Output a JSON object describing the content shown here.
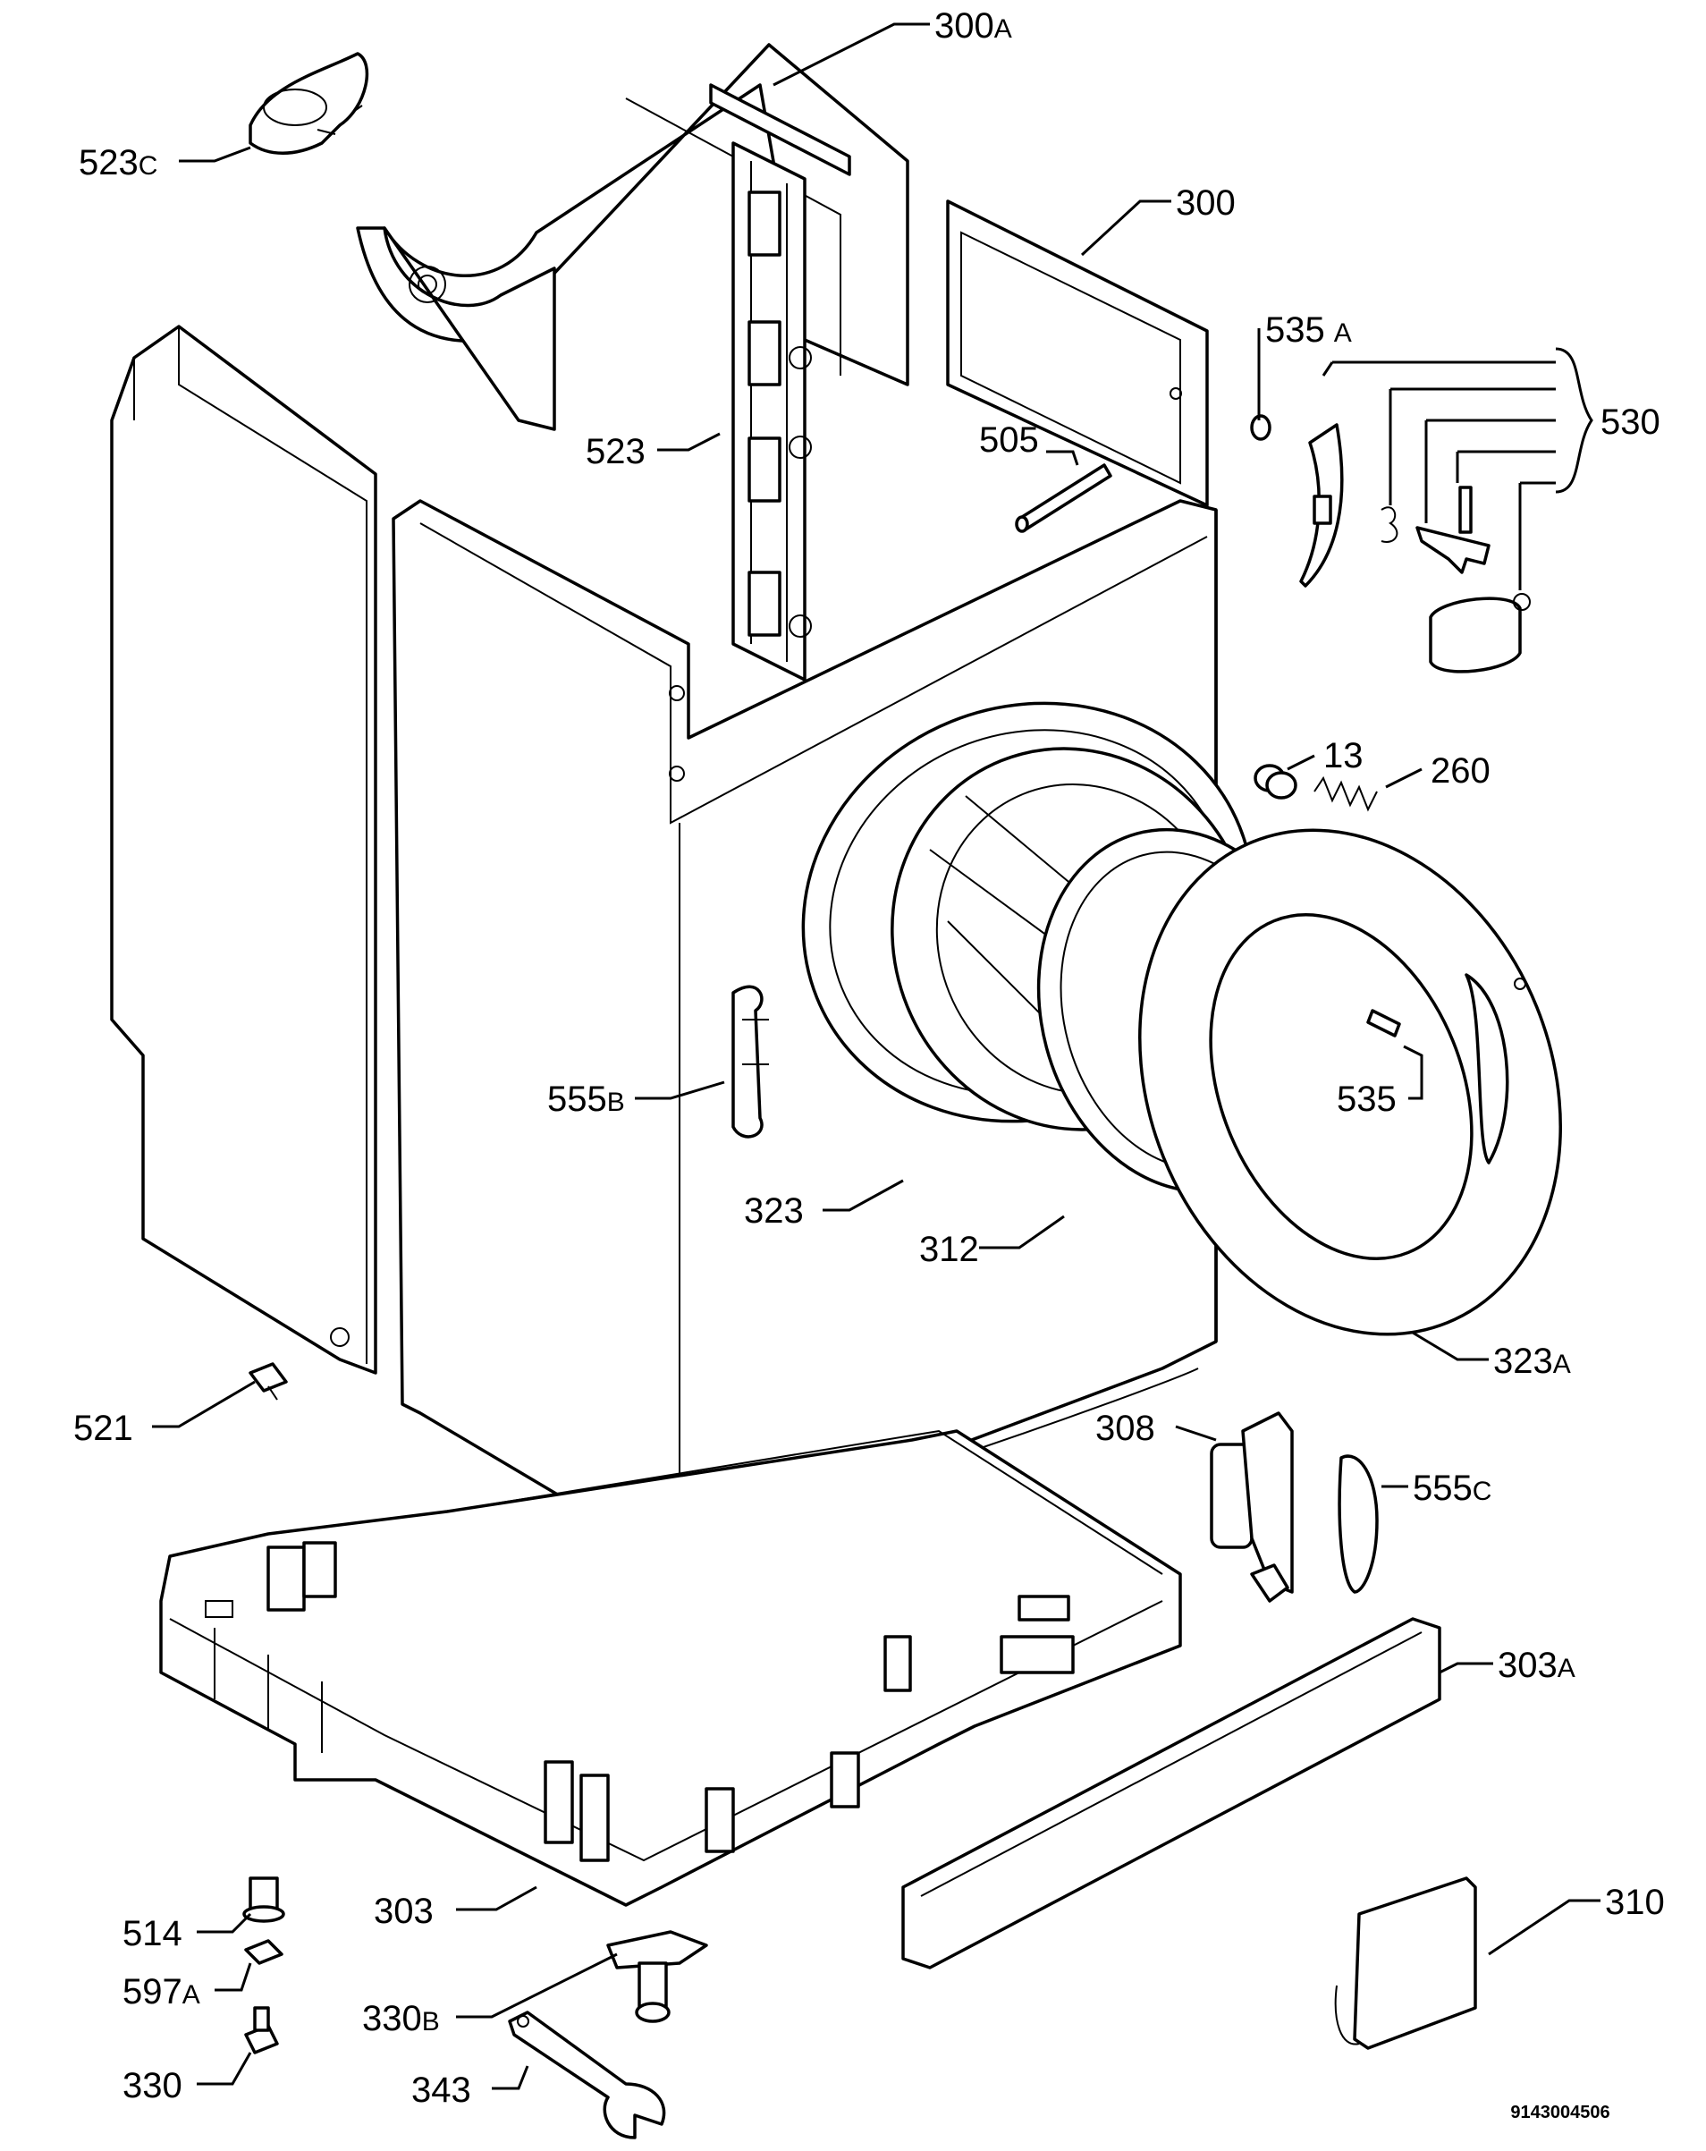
{
  "diagram": {
    "doc_code": "9143004506",
    "labels": {
      "l300A": {
        "num": "300",
        "suf": "A"
      },
      "l523C": {
        "num": "523",
        "suf": "C"
      },
      "l300": {
        "num": "300",
        "suf": ""
      },
      "l535A": {
        "num": "535",
        "suf": "A"
      },
      "l530": {
        "num": "530",
        "suf": ""
      },
      "l523": {
        "num": "523",
        "suf": ""
      },
      "l505": {
        "num": "505",
        "suf": ""
      },
      "l13": {
        "num": "13",
        "suf": ""
      },
      "l260": {
        "num": "260",
        "suf": ""
      },
      "l555B": {
        "num": "555",
        "suf": "B"
      },
      "l535": {
        "num": "535",
        "suf": ""
      },
      "l323": {
        "num": "323",
        "suf": ""
      },
      "l312": {
        "num": "312",
        "suf": ""
      },
      "l323A": {
        "num": "323",
        "suf": "A"
      },
      "l521": {
        "num": "521",
        "suf": ""
      },
      "l308": {
        "num": "308",
        "suf": ""
      },
      "l555C": {
        "num": "555",
        "suf": "C"
      },
      "l303A": {
        "num": "303",
        "suf": "A"
      },
      "l310": {
        "num": "310",
        "suf": ""
      },
      "l303": {
        "num": "303",
        "suf": ""
      },
      "l514": {
        "num": "514",
        "suf": ""
      },
      "l597A": {
        "num": "597",
        "suf": "A"
      },
      "l330B": {
        "num": "330",
        "suf": "B"
      },
      "l330": {
        "num": "330",
        "suf": ""
      },
      "l343": {
        "num": "343",
        "suf": ""
      }
    }
  }
}
